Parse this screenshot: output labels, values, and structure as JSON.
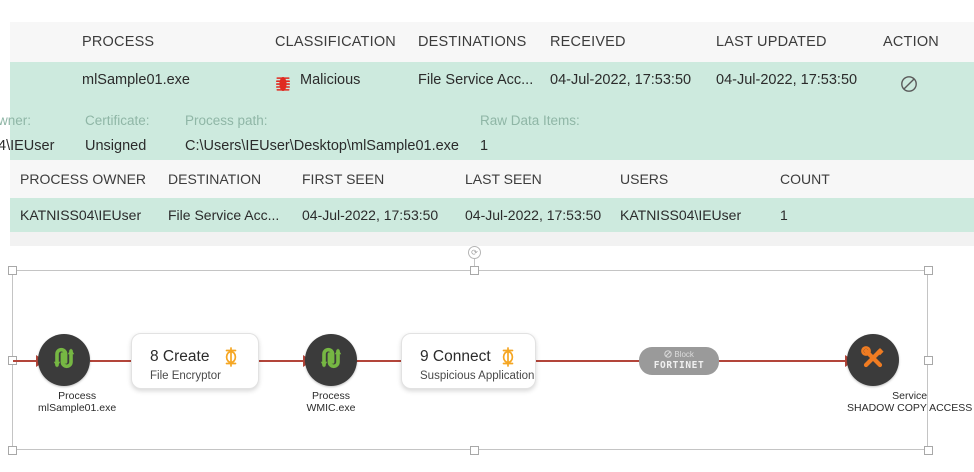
{
  "table": {
    "main_headers": [
      "PROCESS",
      "CLASSIFICATION",
      "DESTINATIONS",
      "RECEIVED",
      "LAST UPDATED",
      "ACTION"
    ],
    "main_row": {
      "process": "mlSample01.exe",
      "classification": "Malicious",
      "classification_icon": "virus-icon",
      "destinations": "File Service Acc...",
      "received": "04-Jul-2022, 17:53:50",
      "last_updated": "04-Jul-2022, 17:53:50",
      "action_icon": "block-icon"
    },
    "detail": {
      "owner_label": "wner:",
      "owner_value": "4\\IEUser",
      "certificate_label": "Certificate:",
      "certificate_value": "Unsigned",
      "process_path_label": "Process path:",
      "process_path_value": "C:\\Users\\IEUser\\Desktop\\mlSample01.exe",
      "raw_data_label": "Raw Data Items:",
      "raw_data_value": "1"
    },
    "sub_headers": [
      "PROCESS OWNER",
      "DESTINATION",
      "FIRST SEEN",
      "LAST SEEN",
      "USERS",
      "COUNT"
    ],
    "sub_row": {
      "process_owner": "KATNISS04\\IEUser",
      "destination": "File Service Acc...",
      "first_seen": "04-Jul-2022, 17:53:50",
      "last_seen": "04-Jul-2022, 17:53:50",
      "users": "KATNISS04\\IEUser",
      "count": "1"
    }
  },
  "diagram": {
    "nodes": [
      {
        "icon": "process-icon",
        "type_label": "Process",
        "name_label": "mlSample01.exe"
      },
      {
        "icon": "process-icon",
        "type_label": "Process",
        "name_label": "WMIC.exe"
      },
      {
        "icon": "service-tools-icon",
        "type_label": "Service",
        "name_label": "SHADOW COPY ACCESS"
      }
    ],
    "cards": [
      {
        "title": "8 Create",
        "subtitle": "File Encryptor",
        "icon": "alert-marker-icon"
      },
      {
        "title": "9 Connect",
        "subtitle": "Suspicious Application",
        "icon": "alert-marker-icon"
      }
    ],
    "badge": {
      "action_label": "Block",
      "vendor_label": "FORTINET",
      "icon": "block-circle-icon"
    }
  },
  "colors": {
    "row_highlight": "#cdeade",
    "header_bg": "#f7f7f7",
    "edge": "#b3453a",
    "node_bg": "#3b3b3b",
    "process_icon": "#76b743",
    "service_icon": "#f07c22",
    "alert_icon": "#f5a623",
    "malicious": "#e02b20",
    "badge_bg": "#9a9a9a"
  }
}
